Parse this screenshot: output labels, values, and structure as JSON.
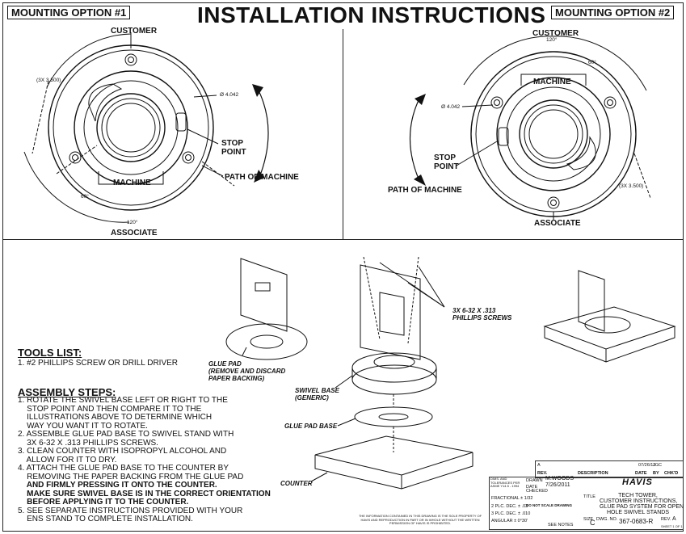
{
  "header": {
    "title": "INSTALLATION INSTRUCTIONS",
    "option1": "MOUNTING OPTION #1",
    "option2": "MOUNTING OPTION #2"
  },
  "option1": {
    "customer": "CUSTOMER",
    "associate": "ASSOCIATE",
    "machine": "MACHINE",
    "dim_3x": "(3X 3.500)",
    "dia": "Ø 4.042",
    "angle60": "60°",
    "angle120": "120°",
    "stop_point": "STOP\nPOINT",
    "path": "PATH OF MACHINE"
  },
  "option2": {
    "customer": "CUSTOMER",
    "associate": "ASSOCIATE",
    "machine": "MACHINE",
    "dim_3x": "(3X 3.500)",
    "dia": "Ø 4.042",
    "angle60": "60°",
    "angle120": "120°",
    "stop_point": "STOP\nPOINT",
    "path": "PATH OF MACHINE"
  },
  "assembly_labels": {
    "glue_pad": "GLUE PAD\n(REMOVE AND DISCARD\nPAPER BACKING)",
    "swivel_base": "SWIVEL BASE\n(GENERIC)",
    "glue_pad_base": "GLUE PAD BASE",
    "counter": "COUNTER",
    "screws": "3X 6-32 X .313\nPHILLIPS SCREWS"
  },
  "tools": {
    "heading": "TOOLS LIST:",
    "item": "1. #2 PHILLIPS SCREW OR DRILL DRIVER"
  },
  "assembly": {
    "heading": "ASSEMBLY STEPS:",
    "lines": [
      "1. ROTATE THE SWIVEL BASE LEFT OR RIGHT TO THE",
      "    STOP POINT AND THEN COMPARE IT TO THE",
      "    ILLUSTRATIONS ABOVE TO DETERMINE WHICH",
      "    WAY YOU WANT IT TO ROTATE.",
      "2. ASSEMBLE GLUE PAD BASE TO SWIVEL STAND WITH",
      "    3X 6-32 X .313 PHILLIPS SCREWS.",
      "3. CLEAN COUNTER WITH ISOPROPYL ALCOHOL AND",
      "    ALLOW FOR IT TO DRY.",
      "4. ATTACH THE GLUE PAD BASE TO THE COUNTER BY",
      "    REMOVING THE PAPER BACKING FROM THE GLUE PAD",
      "    AND FIRMLY PRESSING IT ONTO THE COUNTER.",
      "    MAKE SURE SWIVEL BASE IS IN THE CORRECT ORIENTATION",
      "    BEFORE APPLYING IT TO THE COUNTER.",
      "5. SEE SEPARATE INSTRUCTIONS PROVIDED WITH YOUR",
      "    ENS STAND TO COMPLETE INSTALLATION."
    ]
  },
  "title_block": {
    "rev_letter": "A",
    "rev_date": "07/26/11",
    "rev_by": "JGC",
    "col_rev": "REV.",
    "col_desc": "DESCRIPTION",
    "col_date": "DATE",
    "col_by": "BY",
    "col_chkd": "CHK'D",
    "drawn_label": "DRAWN",
    "drawn_by": "M.WOODS",
    "date_label": "DATE",
    "date_val": "7/26/2011",
    "checked_label": "CHECKED",
    "fractional": "FRACTIONAL  ±  1/32",
    "dec2": "2 PLC. DEC.  ±  .03",
    "dec3": "3 PLC. DEC.  ±  .010",
    "angular": "ANGULAR  ±  0°30'",
    "no_scale": "DO NOT SCALE DRAWING",
    "brand": "HAVIS",
    "title_label": "TITLE",
    "title_text": "TECH TOWER,\nCUSTOMER INSTRUCTIONS,\nGLUE PAD SYSTEM FOR OPEN\nHOLE SWIVEL STANDS",
    "size_label": "SIZE",
    "size": "C",
    "dwg_label": "DWG. NO.",
    "dwg_no": "367-0683-R",
    "rev_label": "REV.",
    "rev": "A",
    "sheet": "SHEET 1 OF 1",
    "see_notes": "SEE NOTES",
    "dims_note": "DIMS. AND TOLERANCES PER ASME Y14.5 - 1994",
    "disclaimer": "THE INFORMATION CONTAINED IN THIS DRAWING IS THE SOLE PROPERTY OF HAVIS AND REPRODUCTION IN PART OR IN WHOLE WITHOUT THE WRITTEN PERMISSION OF HAVIS IS PROHIBITED."
  }
}
